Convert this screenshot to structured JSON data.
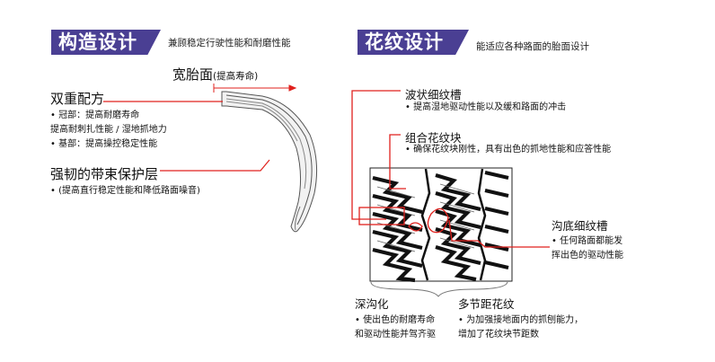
{
  "left_panel": {
    "title": "构造设计",
    "subtitle": "兼顾稳定行驶性能和耐磨性能",
    "tread_width_label": "宽胎面",
    "tread_width_note": "(提高寿命)",
    "double_compound": {
      "heading": "双重配方",
      "lines": [
        "• 冠部：提高耐磨寿命",
        "提高耐刺扎性能 / 湿地抓地力",
        "• 基部：提高操控稳定性能"
      ]
    },
    "belt": {
      "heading": "强韧的带束保护层",
      "lines": [
        "• (提高直行稳定性能和降低路面噪音)"
      ]
    }
  },
  "right_panel": {
    "title": "花纹设计",
    "subtitle": "能适应各种路面的胎面设计",
    "wavy_sipe": {
      "heading": "波状细纹槽",
      "lines": [
        "• 提高湿地驱动性能以及缓和路面的冲击"
      ]
    },
    "combo_block": {
      "heading": "组合花纹块",
      "lines": [
        "• 确保花纹块刚性，具有出色的抓地性能和应答性能"
      ]
    },
    "groove_sipe": {
      "heading": "沟底细纹槽",
      "lines": [
        "• 任何路面都能发",
        "挥出色的驱动性能"
      ]
    },
    "deep_groove": {
      "heading": "深沟化",
      "lines": [
        "• 使出色的耐磨寿命",
        "和驱动性能并驾齐驱"
      ]
    },
    "variable_pitch": {
      "heading": "多节距花纹",
      "lines": [
        "• 为加强接地面内的抓刨能力，",
        "增加了花纹块节距数"
      ]
    }
  },
  "colors": {
    "banner": "#4a3f93",
    "leader": "#e0211d",
    "text": "#111111"
  }
}
